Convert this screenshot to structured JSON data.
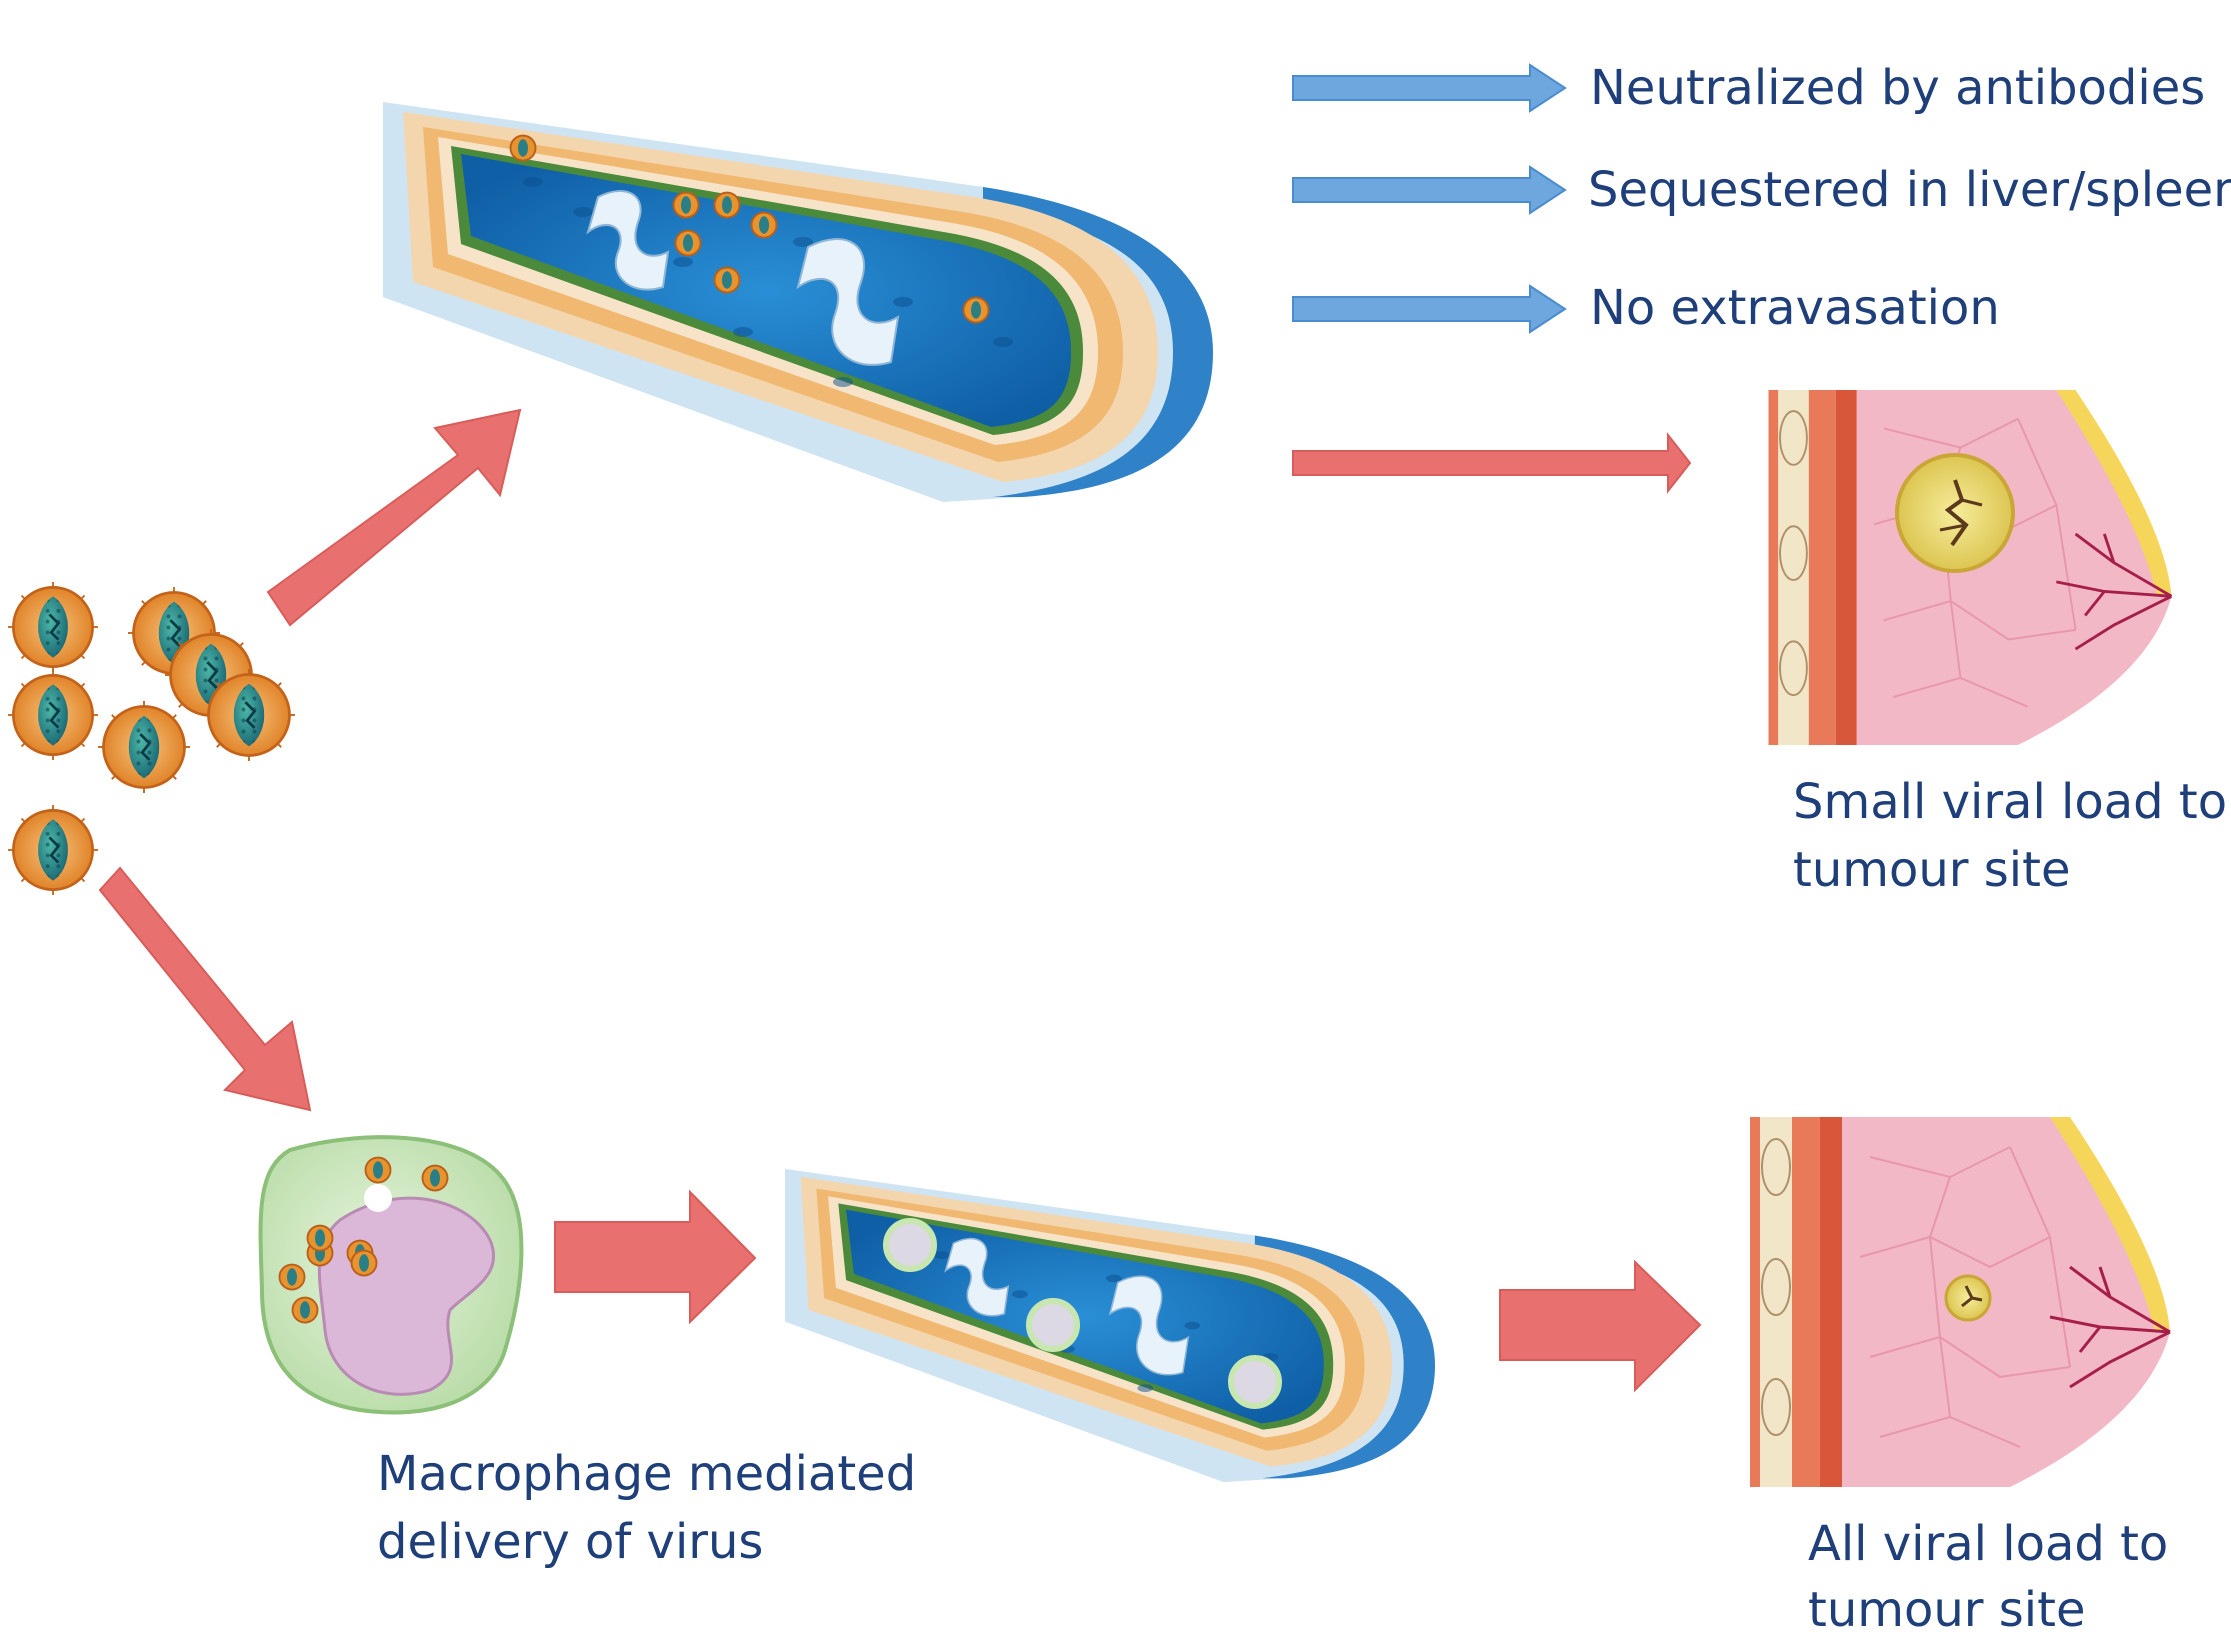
{
  "outcomes": {
    "neutralized": "Neutralized by antibodies",
    "sequestered": "Sequestered in liver/spleen",
    "no_extravasation": "No extravasation"
  },
  "labels": {
    "small_load_line1": "Small viral load to",
    "small_load_line2": "tumour site",
    "macrophage_line1": "Macrophage mediated",
    "macrophage_line2": "delivery of virus",
    "all_load_line1": "All viral load to",
    "all_load_line2": "tumour site"
  },
  "colors": {
    "text": "#1f3f7a",
    "red_arrow": "#e8716f",
    "blue_arrow": "#6ea6de",
    "vessel_lumen": "#1e79c2",
    "virus_shell": "#e8932e",
    "macrophage": "#cfe8c0",
    "nucleus": "#dcb8d8",
    "breast_tissue": "#f2b8c6",
    "tumour": "#f0e07a"
  },
  "icons": [
    "virus-particle",
    "blood-vessel",
    "macrophage-cell",
    "breast-tissue",
    "tumour"
  ]
}
